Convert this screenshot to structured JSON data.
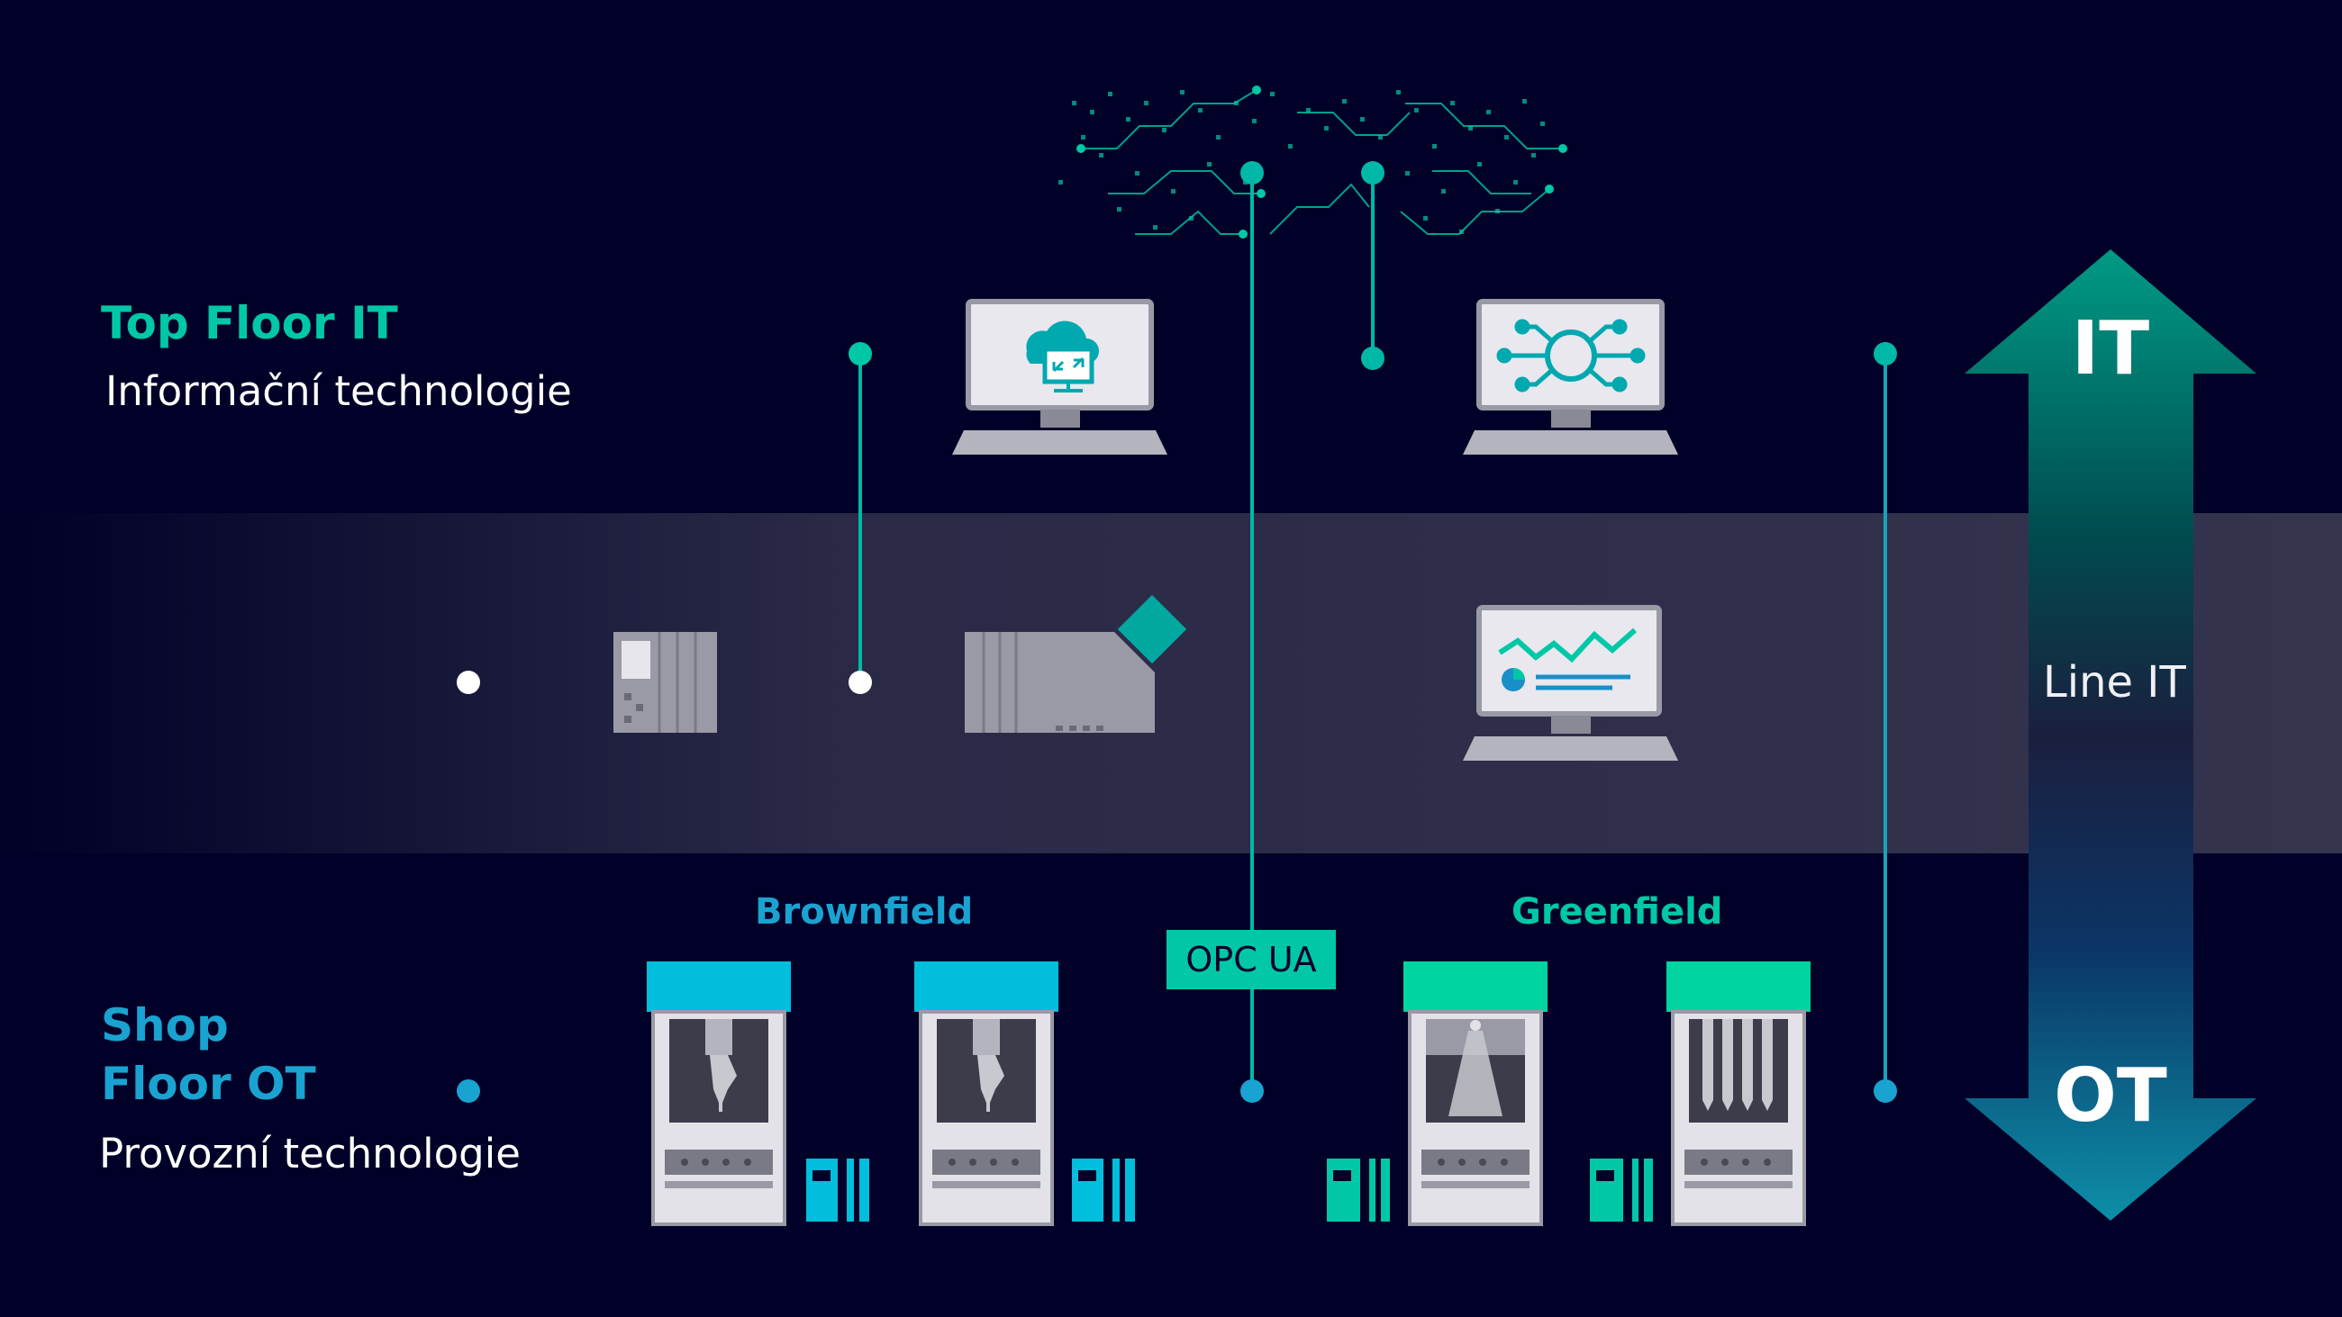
{
  "top_floor": {
    "title": "Top Floor IT",
    "subtitle": "Informační technologie"
  },
  "shop_floor": {
    "title_line1": "Shop",
    "title_line2": "Floor OT",
    "subtitle": "Provozní technologie"
  },
  "zones": {
    "brownfield": "Brownfield",
    "greenfield": "Greenfield"
  },
  "protocol": "OPC UA",
  "middle_layer": "Line IT",
  "arrow": {
    "top": "IT",
    "bottom": "OT"
  },
  "colors": {
    "background": "#000028",
    "teal": "#00c8a6",
    "cyan": "#00bedc",
    "blue": "#1aa3d1",
    "device_gray": "#9a9aa6"
  },
  "icons": [
    "cloud-network-pattern",
    "cloud-computer-icon",
    "hub-computer-icon",
    "plc-icon",
    "edge-device-icon",
    "dashboard-computer-icon",
    "machine-icon",
    "controller-icon"
  ]
}
